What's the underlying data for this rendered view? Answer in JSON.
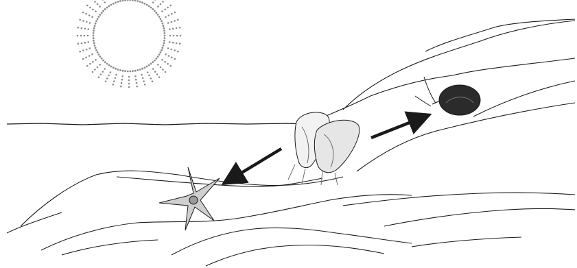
{
  "scene": {
    "elements": [
      {
        "name": "sun",
        "icon": "sun-icon"
      },
      {
        "name": "horizon-line"
      },
      {
        "name": "mussels",
        "icon": "mussel-icon"
      },
      {
        "name": "starfish",
        "icon": "starfish-icon"
      },
      {
        "name": "snail",
        "icon": "snail-icon"
      },
      {
        "name": "arrow-to-starfish",
        "icon": "arrow-left-down-icon"
      },
      {
        "name": "arrow-to-snail",
        "icon": "arrow-right-up-icon"
      }
    ],
    "colors": {
      "ink": "#1a1a1a",
      "stipple": "#8a8a8a",
      "shell_dark": "#2b2b2b",
      "background": "#ffffff"
    }
  }
}
